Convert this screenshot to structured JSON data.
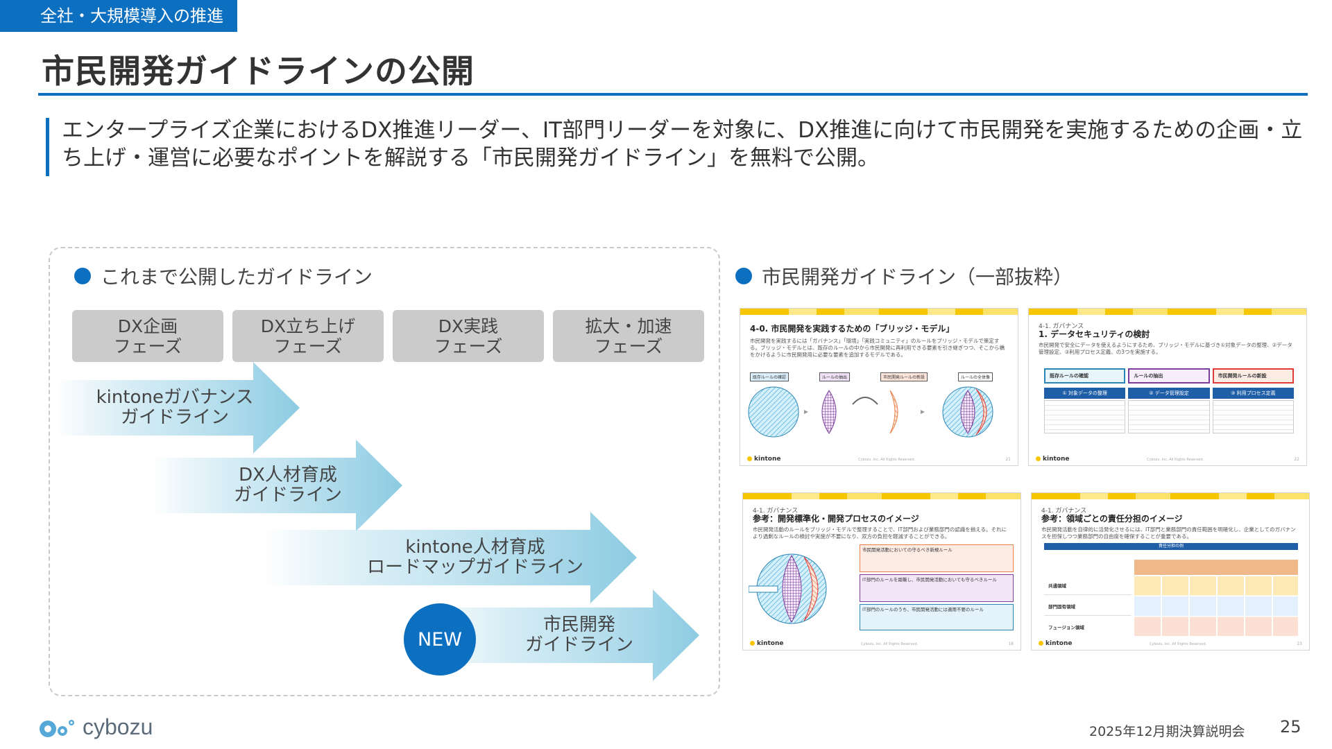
{
  "header": {
    "section_tag": "全社・大規模導入の推進",
    "title": "市民開発ガイドラインの公開"
  },
  "lead": "エンタープライズ企業におけるDX推進リーダー、IT部門リーダーを対象に、DX推進に向けて市民開発を実施するための企画・立ち上げ・運営に必要なポイントを解説する「市民開発ガイドライン」を無料で公開。",
  "left": {
    "heading": "これまで公開したガイドライン",
    "phases": [
      "DX企画\nフェーズ",
      "DX立ち上げ\nフェーズ",
      "DX実践\nフェーズ",
      "拡大・加速\nフェーズ"
    ],
    "guidelines": [
      {
        "label": "kintoneガバナンス\nガイドライン"
      },
      {
        "label": "DX人材育成\nガイドライン"
      },
      {
        "label": "kintone人材育成\nロードマップガイドライン"
      },
      {
        "label": "市民開発\nガイドライン"
      }
    ],
    "new_badge": "NEW"
  },
  "right": {
    "heading": "市民開発ガイドライン（一部抜粋）",
    "thumbnails": [
      {
        "small": "",
        "title": "4-0. 市民開発を実践するための「ブリッジ・モデル」",
        "body": "市民開発を実践するには「ガバナンス」「環境」「実践コミュニティ」のルールをブリッジ・モデルで策定する。ブリッジ・モデルとは、既存のルールの中から市民開発に再利用できる要素を引き継ぎつつ、そこから橋をかけるように市民開発用に必要な要素を追加するモデルである。",
        "tags": [
          "既存ルールの確認",
          "ルールの抽出",
          "市民開発ルールの新設",
          "ルールの全体像"
        ],
        "logo": "kintone",
        "foot": "Cybozu, Inc. All Rights Reserved.",
        "page": "21"
      },
      {
        "small": "4-1. ガバナンス",
        "title": "1. データセキュリティの検討",
        "body": "市民開発で安全にデータを使えるようにするため、ブリッジ・モデルに基づき①対象データの整理、②データ管理設定、③利用プロセス定義、の3つを実施する。",
        "tags": [
          "既存ルールの確認",
          "ルールの抽出",
          "市民開発ルールの新設"
        ],
        "steps": [
          "① 対象データの整理",
          "② データ管理設定",
          "③ 利用プロセス定義"
        ],
        "logo": "kintone",
        "foot": "Cybozu, Inc. All Rights Reserved.",
        "page": "22"
      },
      {
        "small": "4-1. ガバナンス",
        "title": "参考：開発標準化・開発プロセスのイメージ",
        "body": "市民開発活動のルールをブリッジ・モデルで整理することで、IT部門および業務部門の認識を揃える。それにより過剰なルールの検討や実施が不要になり、双方の負担を軽減することができる。",
        "rules": [
          "市民開発活動においての守るべき新規ルール",
          "IT部門のルールを踏襲し、市民開発活動においても守るべきルール",
          "IT部門のルールのうち、市民開発活動には適用不要のルール"
        ],
        "logo": "kintone",
        "foot": "Cybozu, Inc. All Rights Reserved.",
        "page": "18"
      },
      {
        "small": "4-1. ガバナンス",
        "title": "参考：領域ごとの責任分担のイメージ",
        "body": "市民開発活動を自律的に活発化させるには、IT部門と業務部門の責任範囲を明確化し、企業としてのガバナンスを担保しつつ業務部門の自由度を確保することが重要である。",
        "band": "責任分担の例",
        "rows": [
          "共通領域",
          "部門固有領域",
          "フュージョン領域"
        ],
        "logo": "kintone",
        "foot": "Cybozu, Inc. All Rights Reserved.",
        "page": "23"
      }
    ]
  },
  "footer": {
    "logo": "cybozu",
    "event": "2025年12月期決算説明会",
    "page": "25"
  },
  "colors": {
    "brand_blue": "#0d6fc0",
    "phase_gray": "#cbcbcb",
    "arrow_blue": "#9fd3e6",
    "kintone_yellow": "#f6c700"
  }
}
